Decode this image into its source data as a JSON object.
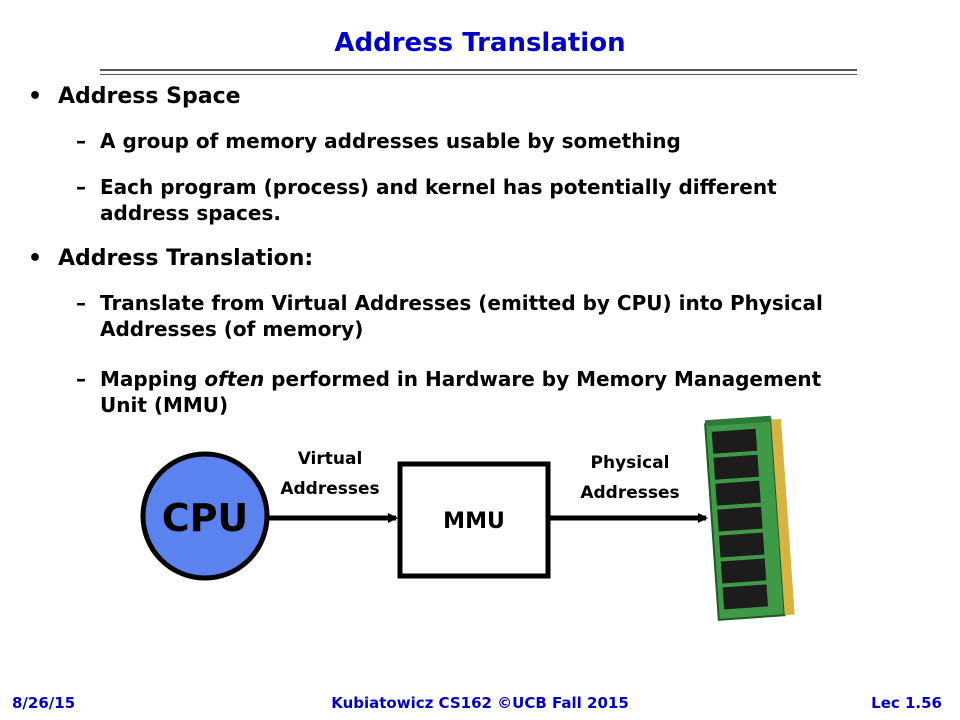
{
  "title": "Address Translation",
  "bullets": [
    {
      "text": "Address Space",
      "subs": [
        "A group of memory addresses usable by something",
        "Each program (process) and kernel has potentially different address spaces."
      ]
    },
    {
      "text": "Address Translation:",
      "subs": [
        "Translate from Virtual Addresses (emitted by CPU) into Physical Addresses (of memory)"
      ],
      "sub_mapping": {
        "before": "Mapping ",
        "emph": "often",
        "after": " performed in Hardware by Memory Management Unit (MMU)"
      }
    }
  ],
  "diagram": {
    "cpu_label": "CPU",
    "mmu_label": "MMU",
    "virtual_label_1": "Virtual",
    "virtual_label_2": "Addresses",
    "physical_label_1": "Physical",
    "physical_label_2": "Addresses"
  },
  "footer": {
    "date": "8/26/15",
    "course": "Kubiatowicz CS162 ©UCB Fall 2015",
    "lecture": "Lec 1.56"
  },
  "colors": {
    "title": "#0000cc",
    "cpu_fill": "#5b83f0",
    "ram_board": "#3f9a48",
    "ram_chip": "#1c1c1c",
    "gold_contacts": "#d7b341"
  }
}
